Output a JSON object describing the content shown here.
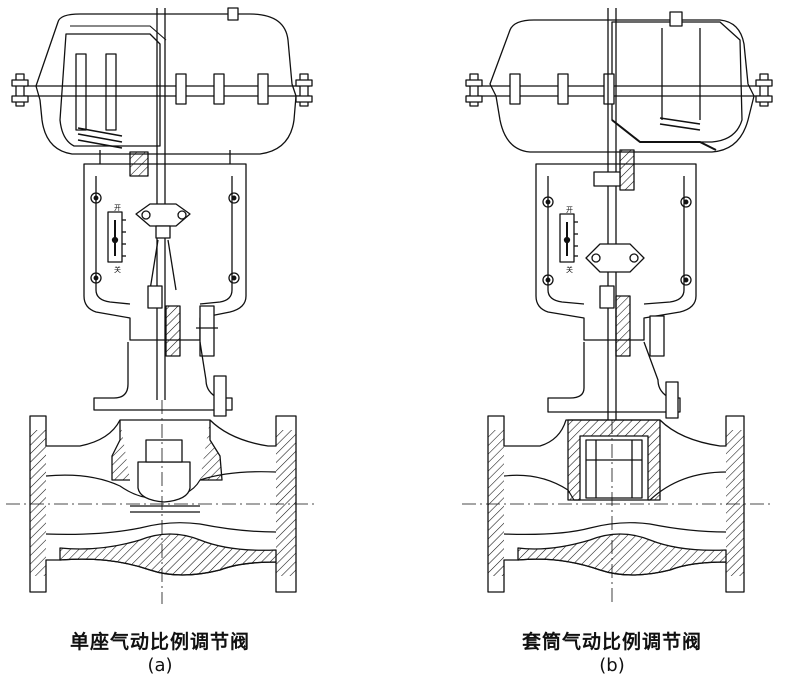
{
  "figures": [
    {
      "id": "a",
      "title": "单座气动比例调节阀",
      "label": "(a)",
      "scale_open": "开",
      "scale_closed": "关"
    },
    {
      "id": "b",
      "title": "套筒气动比例调节阀",
      "label": "(b)",
      "scale_open": "开",
      "scale_closed": "关"
    }
  ],
  "colors": {
    "line": "#111111",
    "background": "#ffffff",
    "hatch": "#111111"
  }
}
